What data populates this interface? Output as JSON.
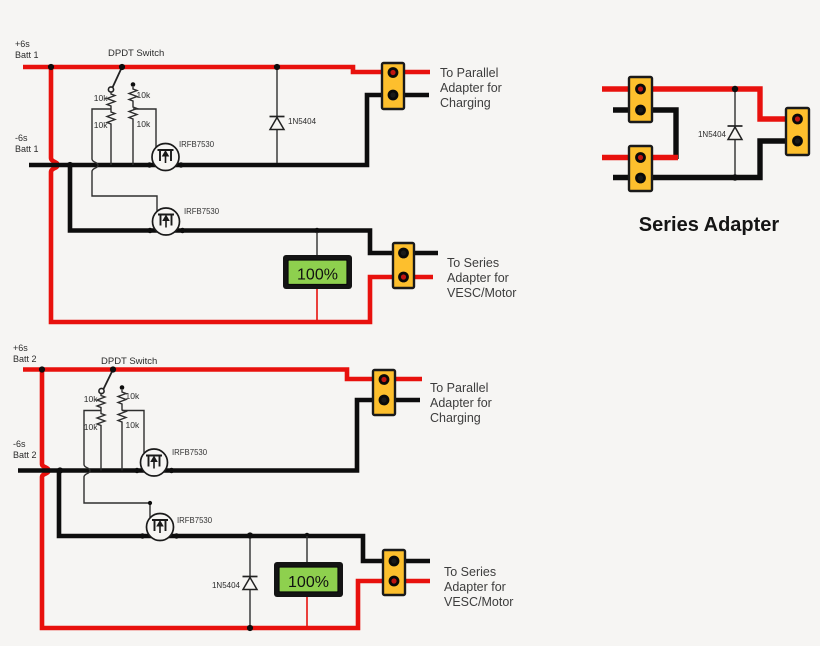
{
  "diagram": {
    "battery1": {
      "positive_terminal": [
        "+6s",
        "Batt 1"
      ],
      "negative_terminal": [
        "-6s",
        "Batt 1"
      ],
      "switch_label": "DPDT Switch",
      "resistors": [
        "10k",
        "10k",
        "10k",
        "10k"
      ],
      "mosfet_top": "IRFB7530",
      "mosfet_bottom": "IRFB7530",
      "diode": "1N5404",
      "display_value": "100%",
      "parallel_note": [
        "To Parallel",
        "Adapter for",
        "Charging"
      ],
      "series_note": [
        "To Series",
        "Adapter for",
        "VESC/Motor"
      ]
    },
    "battery2": {
      "positive_terminal": [
        "+6s",
        "Batt 2"
      ],
      "negative_terminal": [
        "-6s",
        "Batt 2"
      ],
      "switch_label": "DPDT Switch",
      "resistors": [
        "10k",
        "10k",
        "10k",
        "10k"
      ],
      "mosfet_top": "IRFB7530",
      "mosfet_bottom": "IRFB7530",
      "diode": "1N5404",
      "display_value": "100%",
      "parallel_note": [
        "To Parallel",
        "Adapter for",
        "Charging"
      ],
      "series_note": [
        "To Series",
        "Adapter for",
        "VESC/Motor"
      ]
    },
    "series_adapter": {
      "title": "Series Adapter",
      "diode": "1N5404"
    },
    "colors": {
      "positive": "#e8110d",
      "negative": "#0d0d0d",
      "connector": "#fdbf2d",
      "display_green": "#8ed04e",
      "display_border": "#141414"
    }
  }
}
